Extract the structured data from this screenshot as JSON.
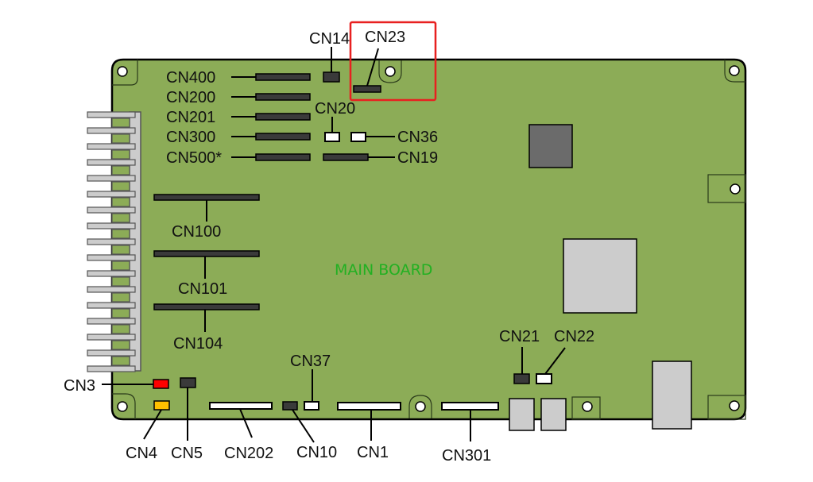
{
  "board": {
    "title": "MAIN BOARD",
    "board_color": "#8cac57",
    "title_color": "#22b022",
    "highlight_color": "#e82020",
    "highlighted_connector": "CN23"
  },
  "connectors": {
    "CN400": "CN400",
    "CN200": "CN200",
    "CN201": "CN201",
    "CN300": "CN300",
    "CN500": "CN500*",
    "CN14": "CN14",
    "CN23": "CN23",
    "CN20": "CN20",
    "CN36": "CN36",
    "CN19": "CN19",
    "CN100": "CN100",
    "CN101": "CN101",
    "CN104": "CN104",
    "CN3": "CN3",
    "CN4": "CN4",
    "CN5": "CN5",
    "CN202": "CN202",
    "CN10": "CN10",
    "CN37": "CN37",
    "CN1": "CN1",
    "CN301": "CN301",
    "CN21": "CN21",
    "CN22": "CN22"
  },
  "connector_colors": {
    "CN3": "#ff0000",
    "CN4": "#ffc000",
    "dark": "#3a3a3a",
    "white": "#ffffff"
  }
}
